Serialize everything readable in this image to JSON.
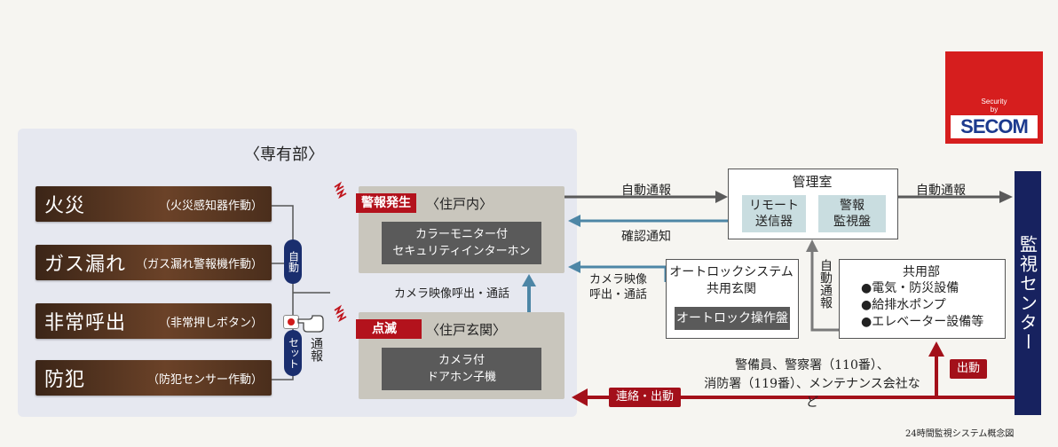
{
  "section_title": "〈専有部〉",
  "categories": [
    {
      "main": "火災",
      "detail": "（火災感知器作動）"
    },
    {
      "main": "ガス漏れ",
      "detail": "（ガス漏れ警報機作動）"
    },
    {
      "main": "非常呼出",
      "detail": "（非常押しボタン）"
    },
    {
      "main": "防犯",
      "detail": "（防犯センサー作動）"
    }
  ],
  "pills": {
    "auto": "自動",
    "set": "セット"
  },
  "report_label": "通報",
  "indoor": {
    "tag": "警報発生",
    "title": "〈住戸内〉",
    "device": [
      "カラーモニター付",
      "セキュリティインターホン"
    ]
  },
  "entrance": {
    "tag": "点滅",
    "title": "〈住戸玄関〉",
    "device": [
      "カメラ付",
      "ドアホン子機"
    ]
  },
  "camera_call_link": "カメラ映像呼出・通話",
  "camera_call_right": [
    "カメラ映像",
    "呼出・通話"
  ],
  "auto_report": "自動通報",
  "confirm_notice": "確認通知",
  "management": {
    "title": "管理室",
    "remote": [
      "リモート",
      "送信器"
    ],
    "alarm_panel": [
      "警報",
      "監視盤"
    ]
  },
  "autolock": {
    "title": [
      "オートロックシステム",
      "共用玄関"
    ],
    "panel": "オートロック操作盤"
  },
  "vertical_auto_report": "自動通報",
  "common": {
    "title": "共用部",
    "items": [
      "●電気・防災設備",
      "●給排水ポンプ",
      "●エレベーター設備等"
    ]
  },
  "monitor_center": "監視センター",
  "responders": [
    "警備員、警察署（110番）、",
    "消防署（119番）、メンテナンス会社など"
  ],
  "dispatch": "出動",
  "contact_dispatch": "連絡・出動",
  "logo": {
    "line1": "Security",
    "line2": "by",
    "brand": "SECOM"
  },
  "caption": "24時間監視システム概念図",
  "colors": {
    "navy": "#17225f",
    "red": "#a3101a",
    "blue_arrow": "#4d86a6",
    "gray_arrow": "#5a5a5a"
  }
}
